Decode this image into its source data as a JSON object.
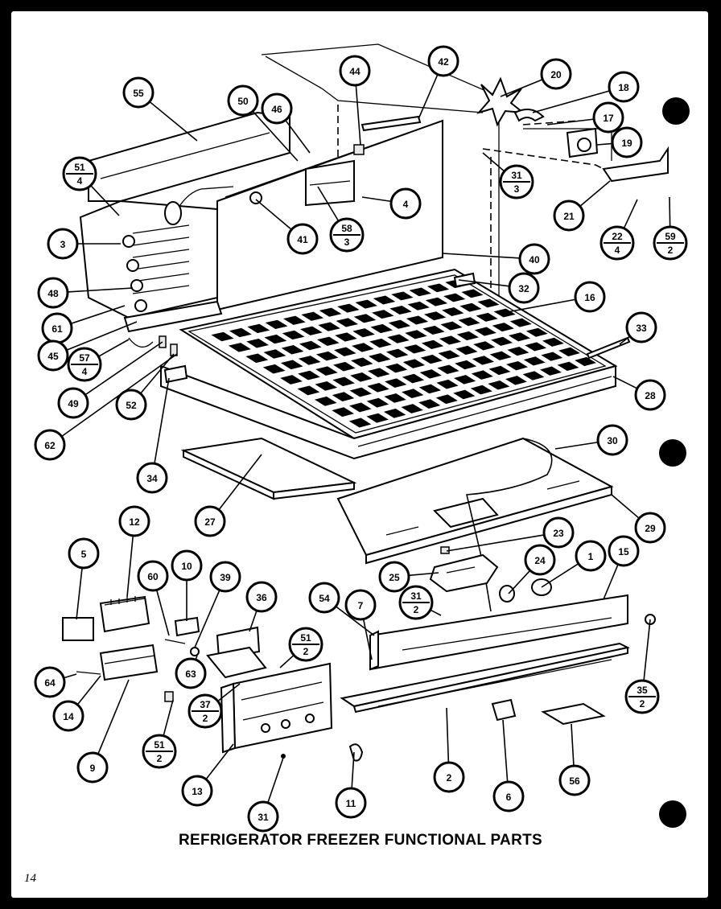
{
  "caption": "REFRIGERATOR FREEZER FUNCTIONAL PARTS",
  "page_number": "14",
  "callouts": [
    {
      "label": "55"
    },
    {
      "label": "50"
    },
    {
      "label": "46"
    },
    {
      "label": "44"
    },
    {
      "label": "42"
    },
    {
      "label": "20"
    },
    {
      "label": "18"
    },
    {
      "label": "17"
    },
    {
      "label": "19"
    },
    {
      "label": "51",
      "sub": "4"
    },
    {
      "label": "4"
    },
    {
      "label": "31",
      "sub": "3"
    },
    {
      "label": "21"
    },
    {
      "label": "22",
      "sub": "4"
    },
    {
      "label": "59",
      "sub": "2"
    },
    {
      "label": "3"
    },
    {
      "label": "41"
    },
    {
      "label": "58",
      "sub": "3"
    },
    {
      "label": "40"
    },
    {
      "label": "48"
    },
    {
      "label": "32"
    },
    {
      "label": "16"
    },
    {
      "label": "61"
    },
    {
      "label": "45"
    },
    {
      "label": "57",
      "sub": "4"
    },
    {
      "label": "33"
    },
    {
      "label": "49"
    },
    {
      "label": "52"
    },
    {
      "label": "28"
    },
    {
      "label": "62"
    },
    {
      "label": "30"
    },
    {
      "label": "34"
    },
    {
      "label": "27"
    },
    {
      "label": "29"
    },
    {
      "label": "12"
    },
    {
      "label": "5"
    },
    {
      "label": "10"
    },
    {
      "label": "60"
    },
    {
      "label": "39"
    },
    {
      "label": "36"
    },
    {
      "label": "23"
    },
    {
      "label": "24"
    },
    {
      "label": "1"
    },
    {
      "label": "15"
    },
    {
      "label": "25"
    },
    {
      "label": "31",
      "sub": "2"
    },
    {
      "label": "54"
    },
    {
      "label": "7"
    },
    {
      "label": "51",
      "sub": "2"
    },
    {
      "label": "63"
    },
    {
      "label": "64"
    },
    {
      "label": "37",
      "sub": "2"
    },
    {
      "label": "14"
    },
    {
      "label": "35",
      "sub": "2"
    },
    {
      "label": "51",
      "sub": "2"
    },
    {
      "label": "9"
    },
    {
      "label": "13"
    },
    {
      "label": "2"
    },
    {
      "label": "6"
    },
    {
      "label": "56"
    },
    {
      "label": "31"
    },
    {
      "label": "11"
    }
  ]
}
